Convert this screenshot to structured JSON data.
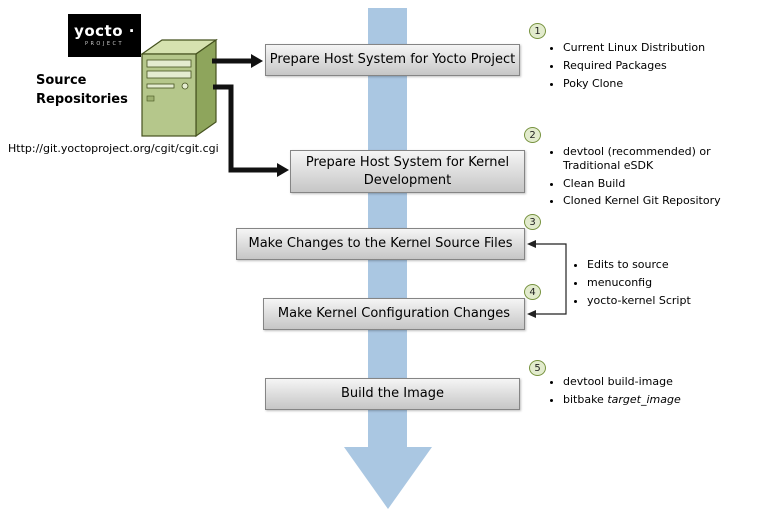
{
  "logo": {
    "brand": "yocto ·",
    "subtitle": "PROJECT"
  },
  "source": {
    "label": "Source\nRepositories",
    "url": "Http://git.yoctoproject.org/cgit/cgit.cgi"
  },
  "steps": [
    {
      "number": "1",
      "label": "Prepare Host System for Yocto Project",
      "bullets": [
        "Current Linux Distribution",
        "Required Packages",
        "Poky Clone"
      ]
    },
    {
      "number": "2",
      "label": "Prepare Host System for Kernel Development",
      "bullets": [
        "devtool (recommended) or Traditional eSDK",
        "Clean Build",
        "Cloned Kernel Git Repository"
      ]
    },
    {
      "number": "3",
      "label": "Make Changes to the Kernel Source Files"
    },
    {
      "number": "4",
      "label": "Make Kernel Configuration Changes"
    },
    {
      "number": "5",
      "label": "Build the Image",
      "bullets": [
        "devtool build-image"
      ],
      "bullet_cmd_prefix": "bitbake ",
      "bullet_cmd_italic": "target_image"
    }
  ],
  "shared_bullets_steps_3_4": [
    "Edits to source",
    "menuconfig",
    "yocto-kernel Script"
  ],
  "colors": {
    "flow_arrow": "#aac7e2",
    "step_box_top": "#f5f5f5",
    "step_box_bottom": "#c6c6c6",
    "step_box_border": "#858585",
    "badge_fill": "#e2ebcd",
    "badge_border": "#76923e",
    "server_front": "#b5c78b",
    "server_top": "#d6e2b0",
    "server_side": "#8ea55c",
    "connector": "#111111",
    "logo_bg": "#000000"
  }
}
